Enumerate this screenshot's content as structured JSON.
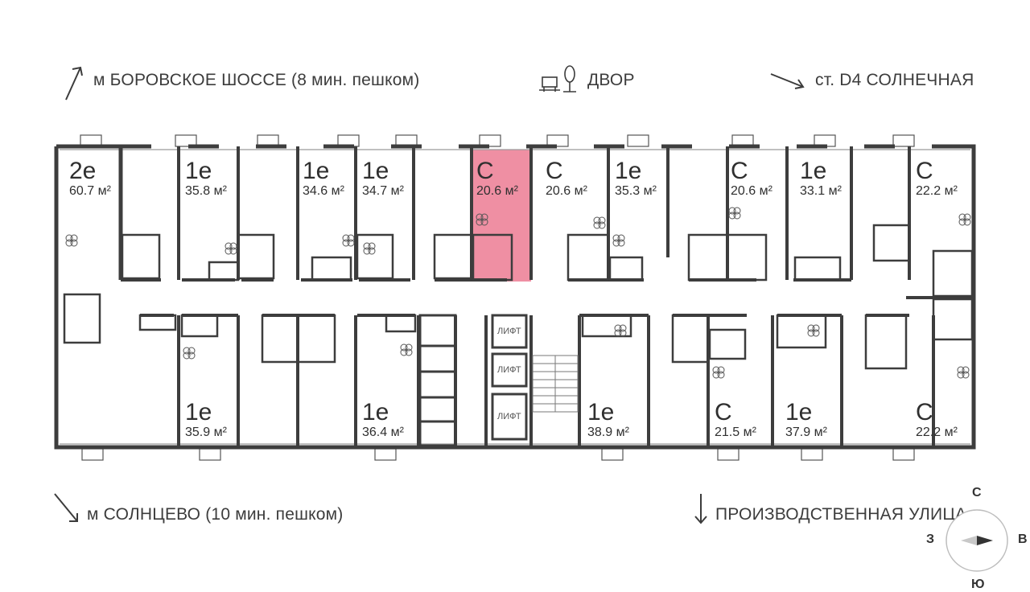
{
  "labels": {
    "top_left": "м БОРОВСКОЕ ШОССЕ (8 мин. пешком)",
    "top_center": "ДВОР",
    "top_right": "ст. D4 СОЛНЕЧНАЯ",
    "bottom_left": "м СОЛНЦЕВО (10 мин. пешком)",
    "bottom_right": "ПРОИЗВОДСТВЕННАЯ УЛИЦА"
  },
  "apartments_top": [
    {
      "type": "2е",
      "area": "60.7 м²"
    },
    {
      "type": "1е",
      "area": "35.8 м²"
    },
    {
      "type": "1е",
      "area": "34.6 м²"
    },
    {
      "type": "1е",
      "area": "34.7 м²"
    },
    {
      "type": "С",
      "area": "20.6 м²",
      "selected": true
    },
    {
      "type": "С",
      "area": "20.6 м²"
    },
    {
      "type": "1е",
      "area": "35.3 м²"
    },
    {
      "type": "С",
      "area": "20.6 м²"
    },
    {
      "type": "1е",
      "area": "33.1 м²"
    },
    {
      "type": "С",
      "area": "22.2 м²"
    }
  ],
  "apartments_bottom": [
    {
      "type": "1е",
      "area": "35.9 м²"
    },
    {
      "type": "1е",
      "area": "36.4 м²"
    },
    {
      "type": "1е",
      "area": "38.9 м²"
    },
    {
      "type": "С",
      "area": "21.5 м²"
    },
    {
      "type": "1е",
      "area": "37.9 м²"
    },
    {
      "type": "С",
      "area": "22.2 м²"
    }
  ],
  "lifts": [
    "ЛИФТ",
    "ЛИФТ",
    "ЛИФТ"
  ],
  "compass": {
    "north": "С",
    "south": "Ю",
    "west": "З",
    "east": "В"
  },
  "colors": {
    "wall": "#3d3d3d",
    "selected": "#ef8fa3",
    "text": "#333333"
  }
}
